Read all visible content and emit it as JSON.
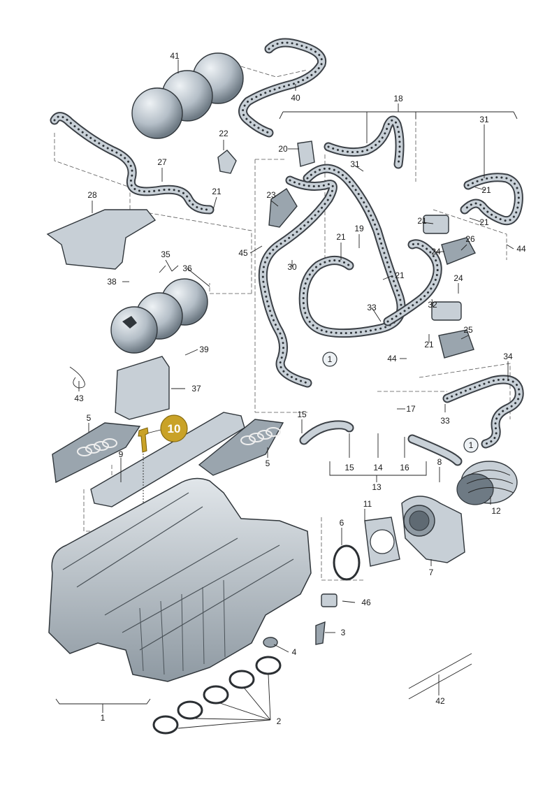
{
  "labels": {
    "p1": "1",
    "p2": "2",
    "p3": "3",
    "p4": "4",
    "p5a": "5",
    "p5b": "5",
    "p6": "6",
    "p7": "7",
    "p8": "8",
    "p9": "9",
    "p10": "10",
    "p11": "11",
    "p12": "12",
    "p13": "13",
    "p14": "14",
    "p15a": "15",
    "p15b": "15",
    "p16": "16",
    "p17": "17",
    "p18": "18",
    "p19": "19",
    "p20": "20",
    "p21a": "21",
    "p21b": "21",
    "p21c": "21",
    "p21d": "21",
    "p21e": "21",
    "p21f": "21",
    "p21g": "21",
    "p22": "22",
    "p23": "23",
    "p24a": "24",
    "p24b": "24",
    "p25": "25",
    "p26": "26",
    "p27": "27",
    "p28": "28",
    "p30": "30",
    "p31a": "31",
    "p31b": "31",
    "p32": "32",
    "p33a": "33",
    "p33b": "33",
    "p34": "34",
    "p35": "35",
    "p36": "36",
    "p37": "37",
    "p38": "38",
    "p39": "39",
    "p40": "40",
    "p41": "41",
    "p42": "42",
    "p43": "43",
    "p44a": "44",
    "p44b": "44",
    "p45": "45",
    "p46": "46",
    "ref1a": "1",
    "ref1b": "1"
  },
  "highlight": {
    "label": "10",
    "color": "#c9a227"
  },
  "colors": {
    "part_fill": "#c7cfd6",
    "outline": "#30363b",
    "highlight": "#c9a227"
  }
}
